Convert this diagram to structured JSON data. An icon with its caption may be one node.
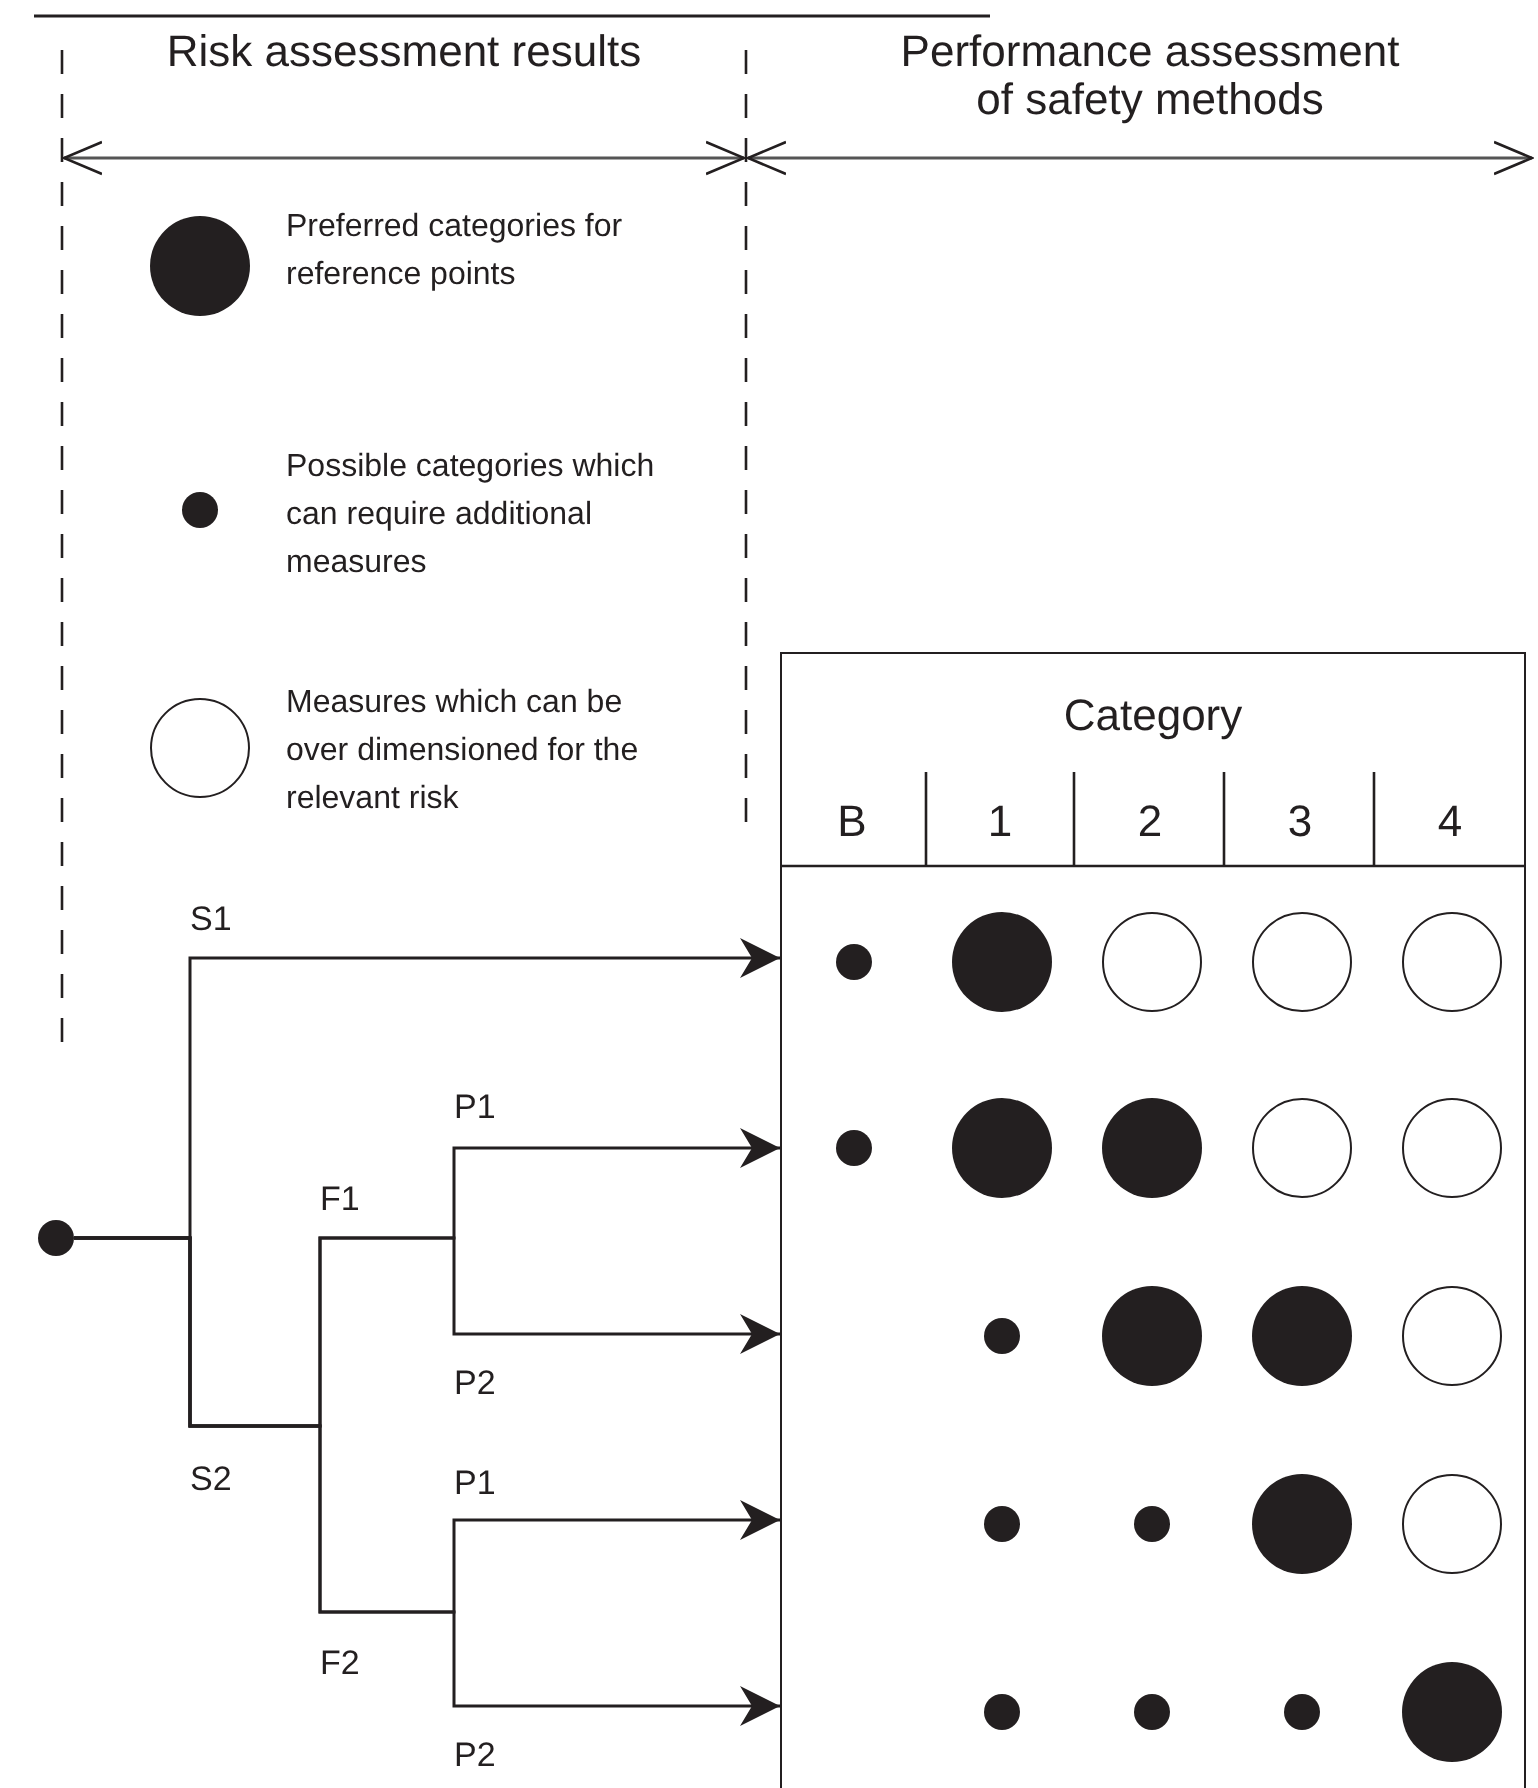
{
  "diagram": {
    "nodes": [
      {
        "text": [],
        "shape": "dot"
      },
      {
        "text": [
          "Category"
        ]
      },
      {
        "text": [],
        "shape": "dot",
        "in": 1
      },
      {
        "text": [],
        "shape": "disc",
        "in": 1
      },
      {
        "text": [],
        "shape": "circle",
        "in": 1
      },
      {
        "text": [],
        "shape": "circle",
        "in": 1
      },
      {
        "text": [],
        "shape": "circle",
        "in": 1
      },
      {
        "text": [],
        "shape": "dot",
        "in": 1
      },
      {
        "text": [],
        "shape": "disc",
        "in": 1
      },
      {
        "text": [],
        "shape": "disc",
        "in": 1
      },
      {
        "text": [],
        "shape": "circle",
        "in": 1
      },
      {
        "text": [],
        "shape": "circle",
        "in": 1
      },
      {
        "text": [],
        "shape": "dot",
        "in": 1
      },
      {
        "text": [],
        "shape": "disc",
        "in": 1
      },
      {
        "text": [],
        "shape": "disc",
        "in": 1
      },
      {
        "text": [],
        "shape": "circle",
        "in": 1
      },
      {
        "text": [],
        "shape": "dot",
        "in": 1
      },
      {
        "text": [],
        "shape": "dot",
        "in": 1
      },
      {
        "text": [],
        "shape": "disc",
        "in": 1
      },
      {
        "text": [],
        "shape": "circle",
        "in": 1
      },
      {
        "text": [],
        "shape": "dot",
        "in": 1
      },
      {
        "text": [],
        "shape": "dot",
        "in": 1
      },
      {
        "text": [],
        "shape": "dot",
        "in": 1
      },
      {
        "text": [],
        "shape": "disc",
        "in": 1
      }
    ],
    "edges": [
      {
        "from": 0,
        "to": 1,
        "arrow": "to"
      },
      {
        "from": 0,
        "to": 1,
        "arrow": "to"
      },
      {
        "from": 0,
        "to": 1,
        "arrow": "to"
      },
      {
        "from": 0,
        "to": 1,
        "arrow": "to"
      },
      {
        "from": 0,
        "to": 1,
        "arrow": "to"
      }
    ],
    "labels": [
      "Risk assessment results",
      "Performance assessment of safety methods",
      "B",
      "1",
      "2",
      "3",
      "4",
      "S1",
      "P1",
      "F1",
      "P2",
      "S2",
      "P1",
      "F2",
      "P2"
    ],
    "legend": [
      {
        "text": "Preferred categories for reference points"
      },
      {
        "text": "Possible categories which can require additional measures"
      },
      {
        "text": "Measures which can be over dimensioned for the relevant risk"
      }
    ]
  }
}
